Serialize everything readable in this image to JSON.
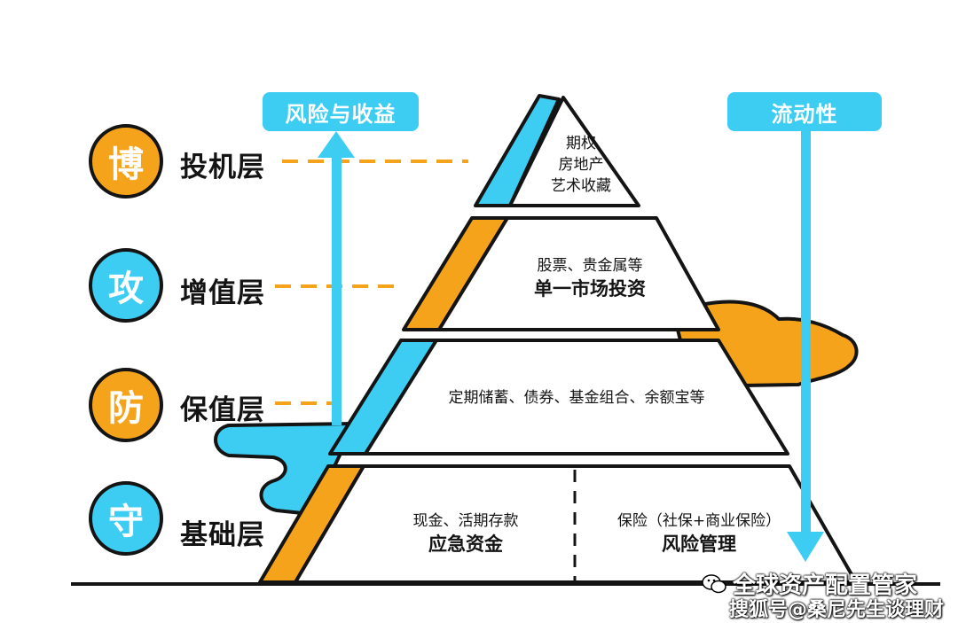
{
  "colors": {
    "orange": "#F5A31A",
    "blue": "#3DCDF3",
    "ink": "#141414"
  },
  "labels": {
    "risk_return": "风险与收益",
    "liquidity": "流动性"
  },
  "layers": [
    {
      "glyph": "博",
      "name": "投机层",
      "color": "#F5A31A"
    },
    {
      "glyph": "攻",
      "name": "增值层",
      "color": "#3DCDF3"
    },
    {
      "glyph": "防",
      "name": "保值层",
      "color": "#F5A31A"
    },
    {
      "glyph": "守",
      "name": "基础层",
      "color": "#3DCDF3"
    }
  ],
  "tiers": {
    "top": {
      "lines": [
        "期权",
        "房地产",
        "艺术收藏"
      ]
    },
    "second": {
      "line": "股票、贵金属等",
      "strong": "单一市场投资"
    },
    "third": {
      "line": "定期储蓄、债券、基金组合、余额宝等"
    },
    "base_left": {
      "line": "现金、活期存款",
      "strong": "应急资金"
    },
    "base_right": {
      "line": "保险（社保+商业保险）",
      "strong": "风险管理"
    }
  },
  "watermarks": {
    "wechat": "全球资产配置管家",
    "sohu": "搜狐号@桑尼先生谈理财"
  }
}
